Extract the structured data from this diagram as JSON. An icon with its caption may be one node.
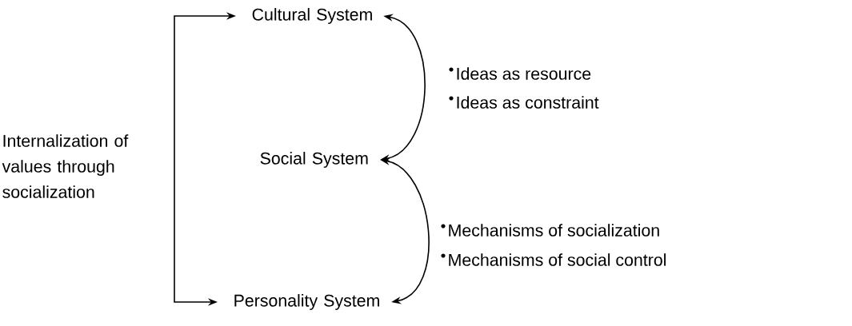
{
  "diagram": {
    "nodes": [
      {
        "text": [
          "Internalization of values through socialization"
        ]
      },
      {
        "text": [
          "Cultural System"
        ]
      },
      {
        "text": [
          "Social System"
        ]
      },
      {
        "text": [
          "Personality System"
        ]
      }
    ],
    "edges": [
      {
        "from": 0,
        "to": 1,
        "arrow": "to"
      },
      {
        "from": 0,
        "to": 3,
        "arrow": "to"
      },
      {
        "from": 1,
        "to": 2,
        "arrow": "both"
      },
      {
        "from": 2,
        "to": 3,
        "arrow": "both"
      }
    ],
    "labels": [
      "Ideas as resource",
      "Ideas as constraint",
      "Mechanisms of socialization",
      "Mechanisms of social control"
    ]
  }
}
